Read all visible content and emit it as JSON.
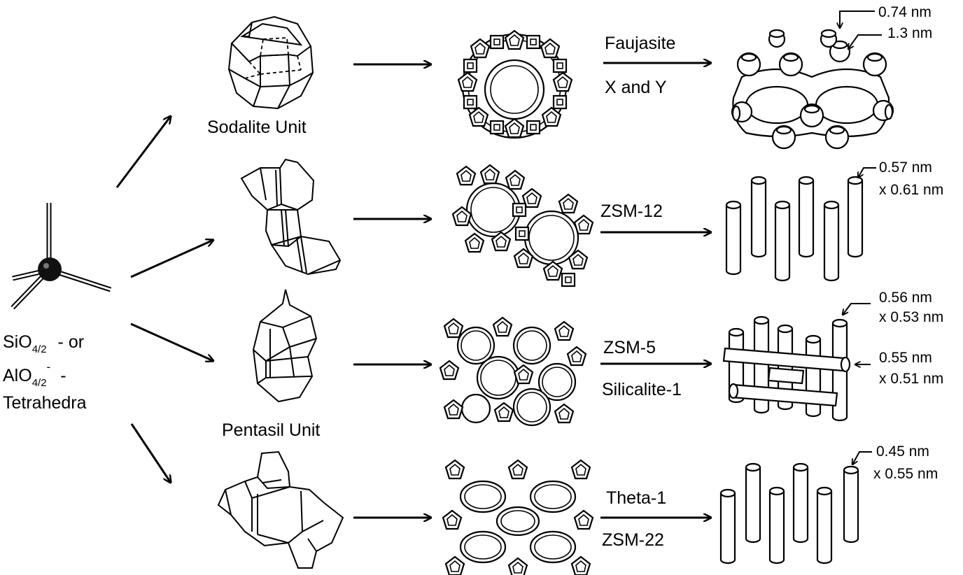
{
  "source": {
    "formula_1": "SiO",
    "formula_1_sub": "4/2",
    "formula_1_tail": "- or",
    "formula_2": "AlO",
    "formula_2_sub": "4/2",
    "formula_2_sup": "-",
    "formula_2_tail": "-",
    "line_3": "Tetrahedra"
  },
  "units": {
    "sodalite": "Sodalite Unit",
    "pentasil": "Pentasil Unit"
  },
  "rows": [
    {
      "framework_line1": "Faujasite",
      "framework_line2": "X and Y",
      "dim_a": "0.74 nm",
      "dim_b": "1.3 nm"
    },
    {
      "framework_line1": "ZSM-12",
      "dim_a": "0.57 nm",
      "dim_b": "x 0.61 nm"
    },
    {
      "framework_line1": "ZSM-5",
      "framework_line2": "Silicalite-1",
      "dim_a": "0.56 nm",
      "dim_b": "x 0.53 nm",
      "dim_c": "0.55 nm",
      "dim_d": "x 0.51 nm"
    },
    {
      "framework_line1": "Theta-1",
      "framework_line2": "ZSM-22",
      "dim_a": "0.45 nm",
      "dim_b": "x 0.55 nm"
    }
  ]
}
